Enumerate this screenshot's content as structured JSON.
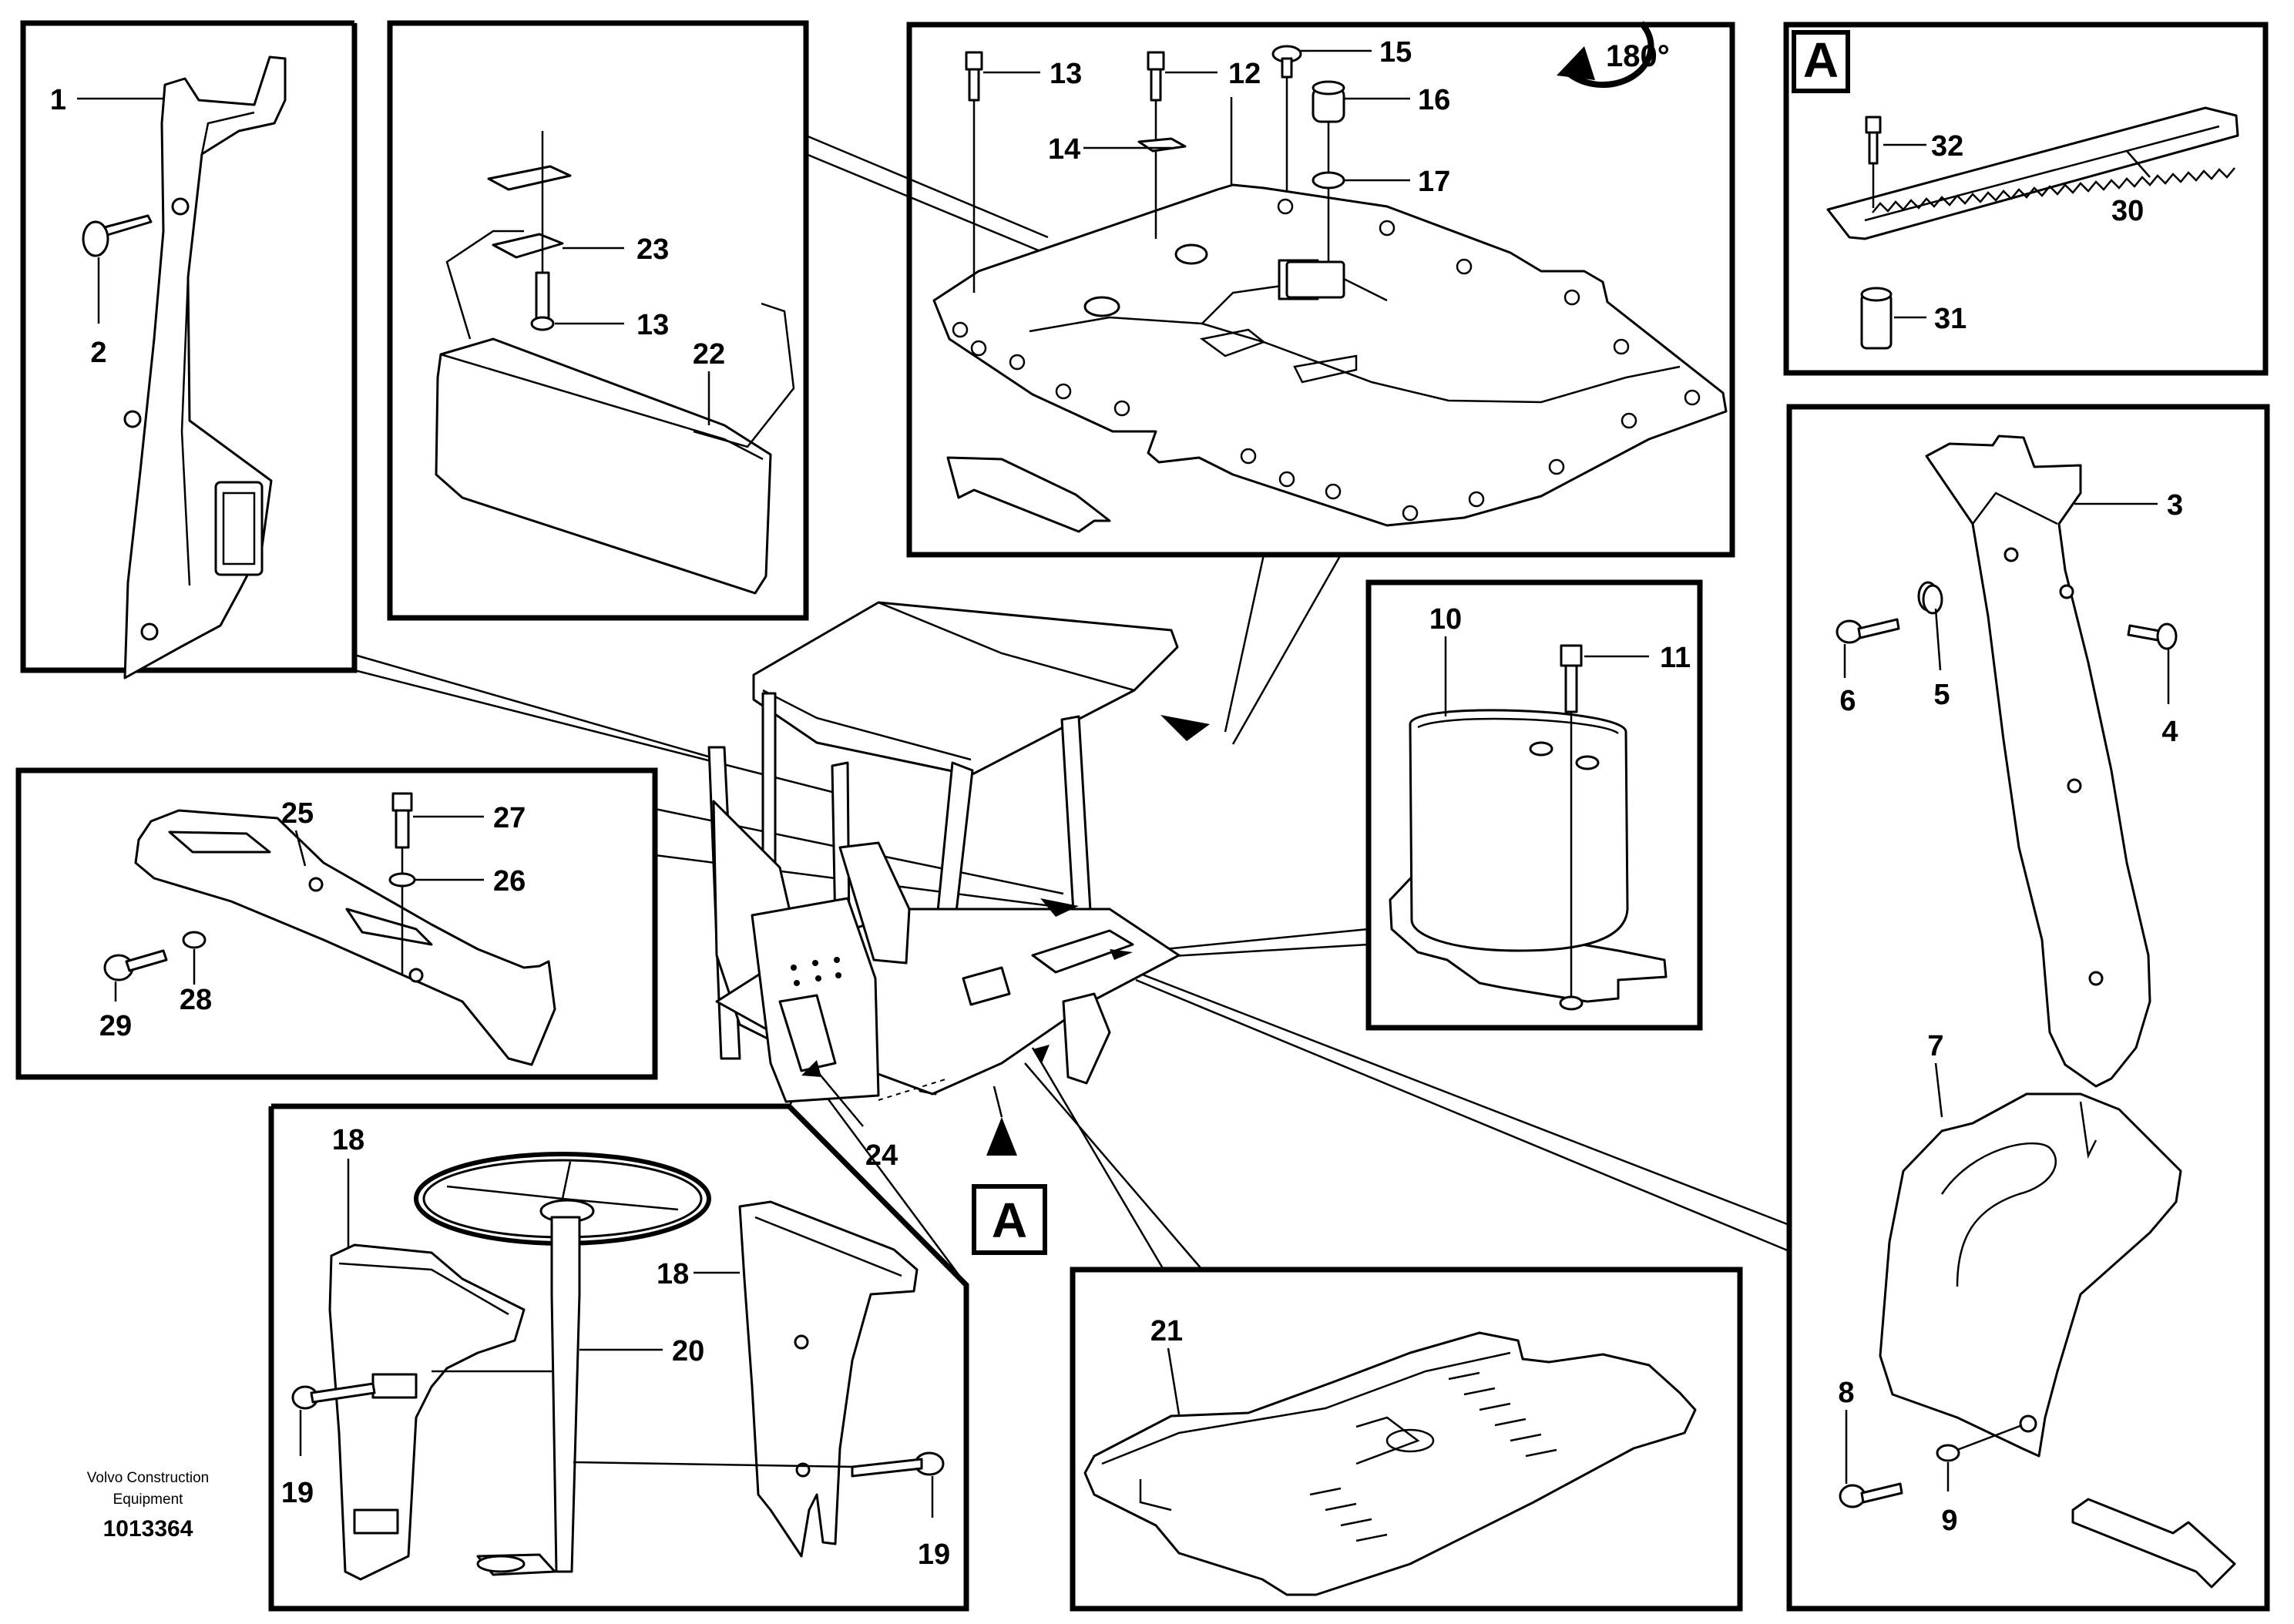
{
  "publisher": {
    "line1": "Volvo Construction",
    "line2": "Equipment",
    "number": "1013364"
  },
  "view_marks": {
    "section_a": "A",
    "cab_a": "A",
    "rotation": "180°"
  },
  "callouts": {
    "c1": "1",
    "c2": "2",
    "c3": "3",
    "c4": "4",
    "c5": "5",
    "c6": "6",
    "c7": "7",
    "c8": "8",
    "c9": "9",
    "c10": "10",
    "c11": "11",
    "c12": "12",
    "c13a": "13",
    "c13b": "13",
    "c14": "14",
    "c15": "15",
    "c16": "16",
    "c17": "17",
    "c18a": "18",
    "c18b": "18",
    "c19a": "19",
    "c19b": "19",
    "c20": "20",
    "c21": "21",
    "c22": "22",
    "c23": "23",
    "c24": "24",
    "c25": "25",
    "c26": "26",
    "c27": "27",
    "c28": "28",
    "c29": "29",
    "c30": "30",
    "c31": "31",
    "c32": "32"
  }
}
